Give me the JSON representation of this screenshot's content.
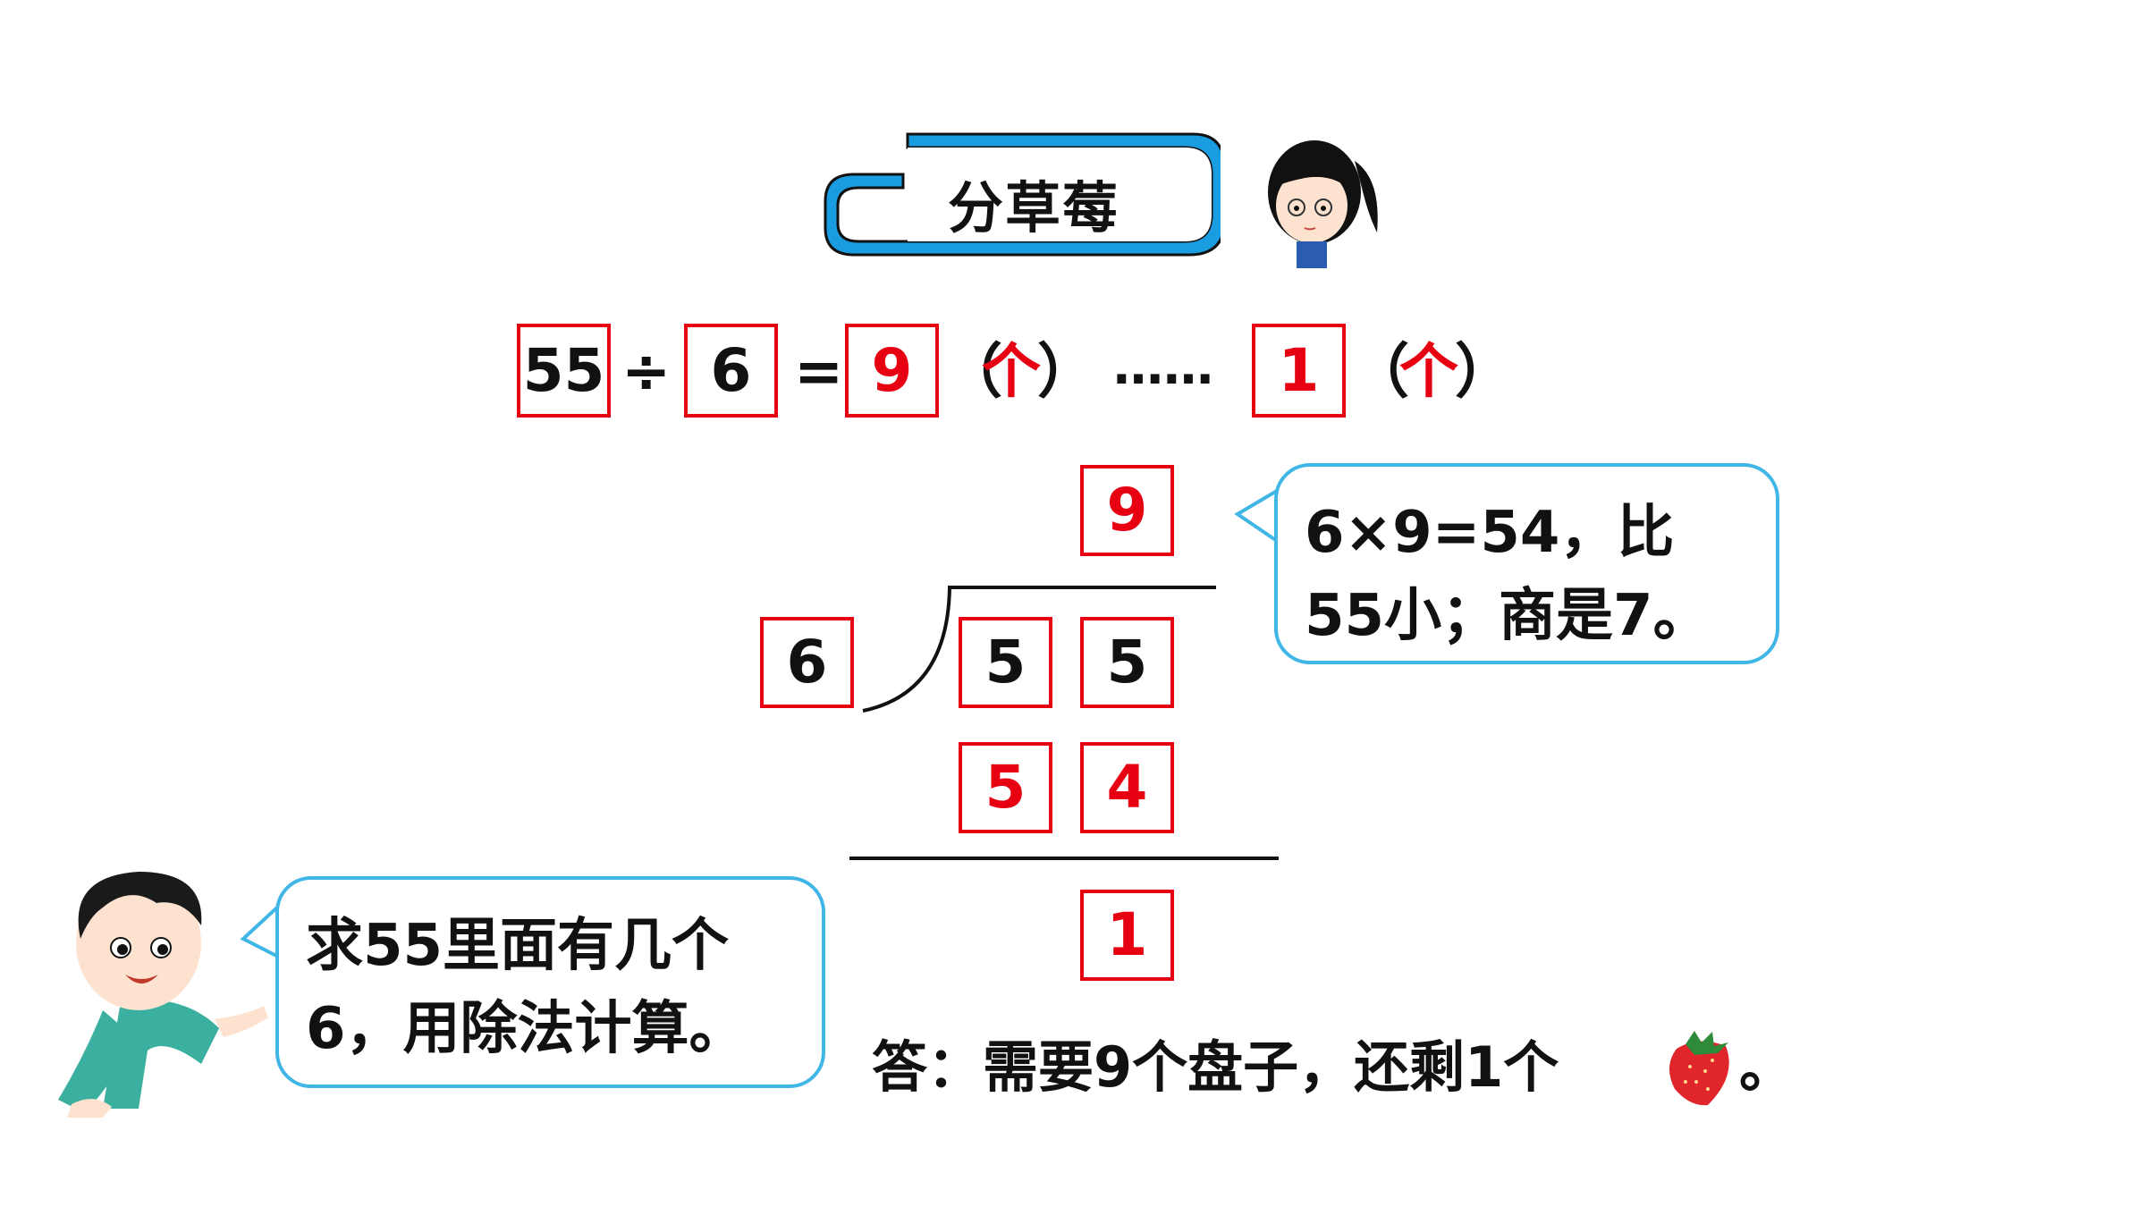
{
  "title": "分草莓",
  "equation": {
    "dividend": "55",
    "div_sign": "÷",
    "divisor": "6",
    "equals": "=",
    "quotient": "9",
    "unit1_open": "（",
    "unit1": "个",
    "unit1_close": "）",
    "ellipsis": "……",
    "remainder": "1",
    "unit2_open": "（",
    "unit2": "个",
    "unit2_close": "）"
  },
  "long_division": {
    "quotient": "9",
    "divisor": "6",
    "dividend_tens": "5",
    "dividend_ones": "5",
    "product_tens": "5",
    "product_ones": "4",
    "remainder": "1"
  },
  "bubble_right": {
    "line1": "6×9=54，比",
    "line2": "55小；商是7。"
  },
  "bubble_left": {
    "line1": "求55里面有几个",
    "line2": "6，用除法计算。"
  },
  "answer": {
    "text": "答：需要9个盘子，还剩1个",
    "end": "。"
  },
  "icons": [
    "girl-avatar-icon",
    "boy-pointing-icon",
    "strawberry-icon",
    "title-banner-icon"
  ],
  "colors": {
    "accent_red": "#e60012",
    "bubble_border": "#3fb6e6",
    "banner_blue": "#1a9de0"
  }
}
